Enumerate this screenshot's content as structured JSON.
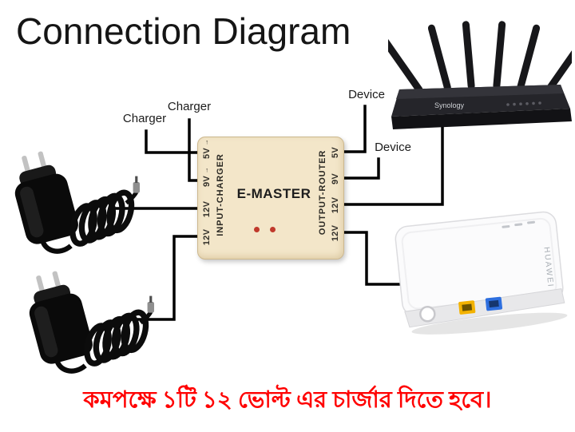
{
  "title": "Connection Diagram",
  "emaster": {
    "name": "E-MASTER",
    "input_label": "INPUT-CHARGER",
    "output_label": "OUTPUT-ROUTER",
    "input_ports": [
      "5V",
      "9V",
      "12V",
      "12V"
    ],
    "output_ports": [
      "5V",
      "9V",
      "12V",
      "12V"
    ]
  },
  "labels": {
    "chargers": [
      "Charger",
      "Charger"
    ],
    "devices": [
      "Device",
      "Device"
    ]
  },
  "devices": {
    "router_logo": "Synology",
    "modem_logo": "HUAWEI"
  },
  "icons": {
    "port_arrow": "↑"
  },
  "note": {
    "text": "কমপক্ষে ১টি ১২ ভোল্ট এর চার্জার দিতে হবে।"
  },
  "colors": {
    "box_fill": "#f3e6c9",
    "wire": "#000000",
    "note_red": "#ff0000",
    "led_dot": "#c0392b",
    "lan_port": "#f3b200",
    "wan_port": "#2e6fdf"
  }
}
